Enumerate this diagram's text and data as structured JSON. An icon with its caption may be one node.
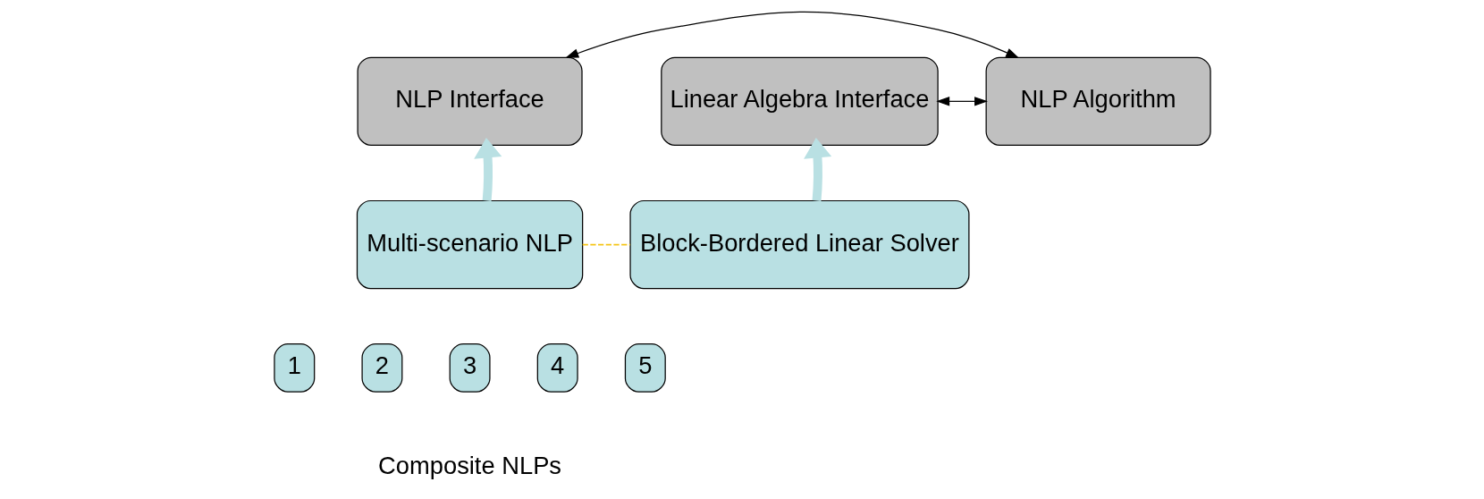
{
  "diagram": {
    "nodes": [
      {
        "text": [
          "NLP Interface"
        ]
      },
      {
        "text": [
          "NLP Algorithm"
        ]
      },
      {
        "text": [
          "Linear Algebra Interface"
        ]
      },
      {
        "text": [
          "Multi-scenario NLP"
        ]
      },
      {
        "text": [
          "Block-Bordered Linear Solver"
        ]
      },
      {
        "text": [
          "1"
        ]
      },
      {
        "text": [
          "2"
        ]
      },
      {
        "text": [
          "3"
        ]
      },
      {
        "text": [
          "4"
        ]
      },
      {
        "text": [
          "5"
        ]
      }
    ],
    "edges": [
      {
        "from": 0,
        "to": 1,
        "arrow": "both"
      },
      {
        "from": 1,
        "to": 2,
        "arrow": "both"
      },
      {
        "from": 3,
        "to": 0,
        "arrow": "to",
        "style": "thick",
        "color": "#b9e0e3"
      },
      {
        "from": 4,
        "to": 2,
        "arrow": "to",
        "style": "thick",
        "color": "#b9e0e3"
      },
      {
        "from": 3,
        "to": 4,
        "arrow": "none",
        "style": "dashed",
        "color": "#f5c518"
      }
    ],
    "labels": [
      "Composite NLPs"
    ]
  }
}
